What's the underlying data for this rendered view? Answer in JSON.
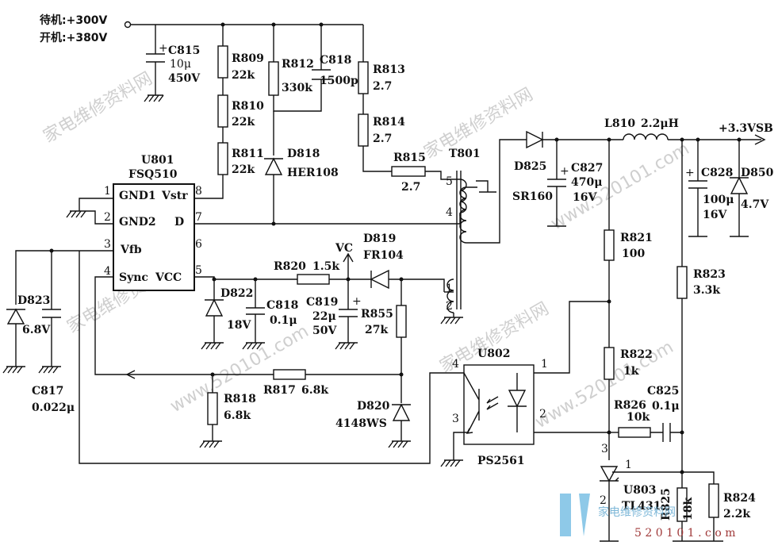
{
  "labels": {
    "standby": "待机:+300V",
    "poweron": "开机:+380V",
    "ic_ref": "U801",
    "ic_part": "FSQ510",
    "ic_gnd1": "GND1",
    "ic_vstr": "Vstr",
    "ic_gnd2": "GND2",
    "ic_d": "D",
    "ic_vfb": "Vfb",
    "ic_sync": "Sync",
    "ic_vcc": "VCC",
    "vc": "VC",
    "output": "+3.3VSB",
    "opto_ref": "U802",
    "opto_part": "PS2561",
    "shunt_ref": "U803",
    "shunt_part": "TL431",
    "transformer": "T801"
  },
  "pins": {
    "ic": [
      "1",
      "2",
      "3",
      "4",
      "5",
      "6",
      "7",
      "8"
    ],
    "t801": [
      "5",
      "4",
      "1",
      "2"
    ],
    "opto": [
      "4",
      "1",
      "3",
      "2"
    ],
    "tl431": [
      "3",
      "1",
      "2"
    ]
  },
  "components": {
    "C815": [
      "C815",
      "10μ",
      "450V",
      "+"
    ],
    "R809": [
      "R809",
      "22k"
    ],
    "R810": [
      "R810",
      "22k"
    ],
    "R811": [
      "R811",
      "22k"
    ],
    "R812": [
      "R812",
      "330k"
    ],
    "C818a": [
      "C818",
      "1500p"
    ],
    "D818": [
      "D818",
      "HER108"
    ],
    "R813": [
      "R813",
      "2.7"
    ],
    "R814": [
      "R814",
      "2.7"
    ],
    "R815": [
      "R815",
      "2.7"
    ],
    "D825": [
      "D825",
      "SR160"
    ],
    "C827": [
      "C827",
      "470μ",
      "16V",
      "+"
    ],
    "L810": [
      "L810",
      "2.2μH"
    ],
    "C828": [
      "C828",
      "100μ",
      "16V",
      "+"
    ],
    "D850": [
      "D850",
      "4.7V"
    ],
    "R821": [
      "R821",
      "100"
    ],
    "R823": [
      "R823",
      "3.3k"
    ],
    "R822": [
      "R822",
      "1k"
    ],
    "R826": [
      "R826",
      "10k"
    ],
    "C825": [
      "C825",
      "0.1μ"
    ],
    "R825": [
      "R825",
      "18k"
    ],
    "R824": [
      "R824",
      "2.2k"
    ],
    "D819": [
      "D819",
      "FR104"
    ],
    "R820": [
      "R820",
      "1.5k"
    ],
    "D822": [
      "D822",
      "18V"
    ],
    "C818b": [
      "C818",
      "0.1μ"
    ],
    "C819": [
      "C819",
      "22μ",
      "50V",
      "+"
    ],
    "R855": [
      "R855",
      "27k"
    ],
    "D823": [
      "D823",
      "6.8V"
    ],
    "C817": [
      "C817",
      "0.022μ"
    ],
    "R818": [
      "R818",
      "6.8k"
    ],
    "R817": [
      "R817",
      "6.8k"
    ],
    "D820": [
      "D820",
      "4148WS"
    ]
  },
  "watermarks": [
    "家电维修资料网",
    "www.520101.com"
  ],
  "logo": {
    "text": "家电维修资料网",
    "url": "5 2 0 1 0 1 . c o m"
  }
}
